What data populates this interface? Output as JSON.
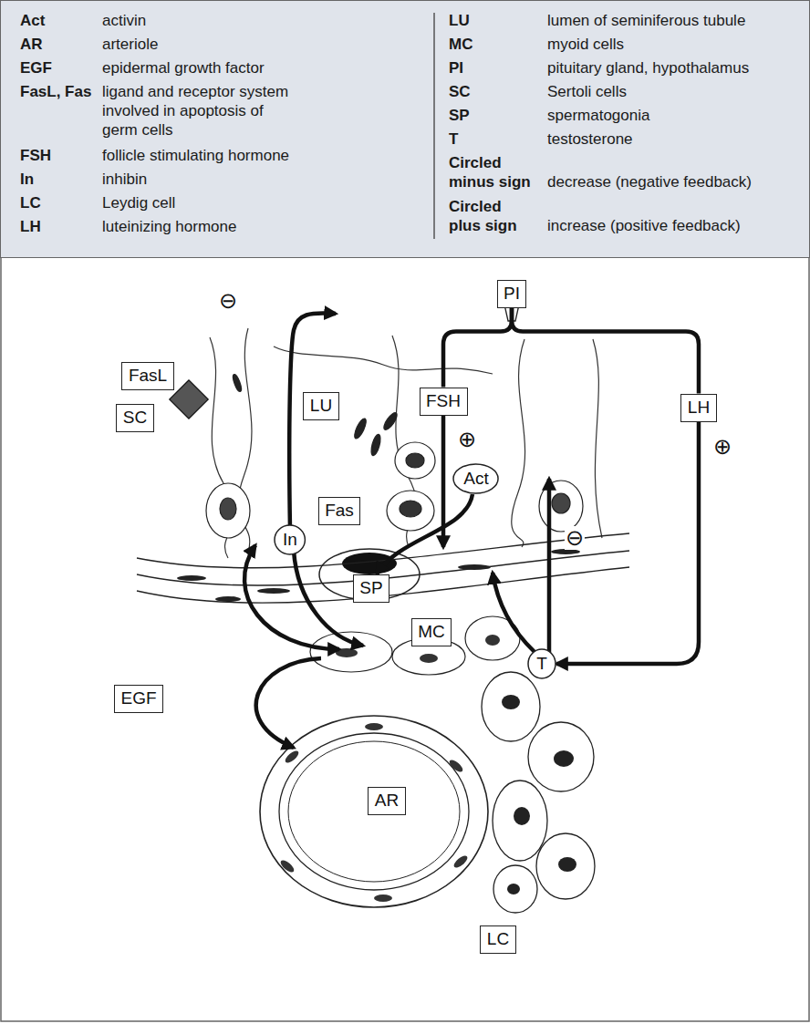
{
  "diagram": {
    "nodes": [
      {
        "text": [
          "PI"
        ]
      },
      {
        "text": [
          "FSH"
        ]
      },
      {
        "text": [
          "LH"
        ]
      },
      {
        "text": [
          "FasL"
        ]
      },
      {
        "text": [
          "SC"
        ]
      },
      {
        "text": [
          "LU"
        ]
      },
      {
        "text": [
          "Act"
        ]
      },
      {
        "text": [
          "In"
        ]
      },
      {
        "text": [
          "Fas"
        ]
      },
      {
        "text": [
          "SP"
        ]
      },
      {
        "text": [
          "MC"
        ]
      },
      {
        "text": [
          "T"
        ]
      },
      {
        "text": [
          "EGF"
        ]
      },
      {
        "text": [
          "AR"
        ]
      },
      {
        "text": [
          "LC"
        ]
      }
    ],
    "edges": [
      {
        "from": 0,
        "to": 1,
        "arrow": "none"
      },
      {
        "from": 0,
        "to": 2,
        "arrow": "none"
      },
      {
        "from": 2,
        "to": 11,
        "arrow": "to"
      },
      {
        "from": 6,
        "to": 9,
        "arrow": "to"
      }
    ],
    "labels": [
      "Act",
      "activin",
      "AR",
      "arteriole",
      "EGF",
      "epidermal growth factor",
      "FasL, Fas",
      "ligand and receptor system involved in apoptosis of germ cells",
      "FSH",
      "follicle stimulating hormone",
      "In",
      "inhibin",
      "LC",
      "Leydig cell",
      "LH",
      "luteinizing hormone",
      "LU",
      "lumen of seminiferous tubule",
      "MC",
      "myoid cells",
      "PI",
      "pituitary gland, hypothalamus",
      "SC",
      "Sertoli cells",
      "SP",
      "spermatogonia",
      "T",
      "testosterone",
      "Circled minus sign",
      "decrease (negative feedback)",
      "Circled plus sign",
      "increase (positive feedback)",
      "⊖",
      "⊕",
      "⊕",
      "⊖"
    ]
  }
}
